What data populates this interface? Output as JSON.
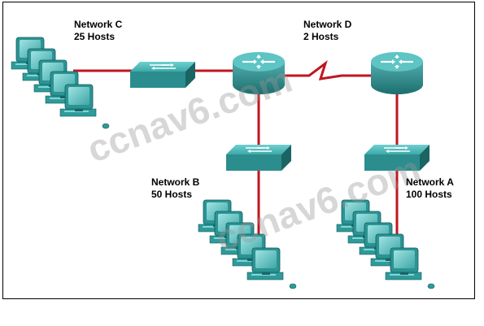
{
  "networks": [
    {
      "id": "c",
      "name": "Network C",
      "hosts": "25 Hosts"
    },
    {
      "id": "d",
      "name": "Network D",
      "hosts": "2 Hosts"
    },
    {
      "id": "b",
      "name": "Network B",
      "hosts": "50 Hosts"
    },
    {
      "id": "a",
      "name": "Network A",
      "hosts": "100 Hosts"
    }
  ],
  "watermark": "ccnav6.com",
  "colors": {
    "link": "#c0161f",
    "device": "#2a8f8f",
    "device_light": "#5cc4c4",
    "device_dark": "#1b6464"
  },
  "icons": [
    "router-icon",
    "switch-icon",
    "pc-icon"
  ]
}
